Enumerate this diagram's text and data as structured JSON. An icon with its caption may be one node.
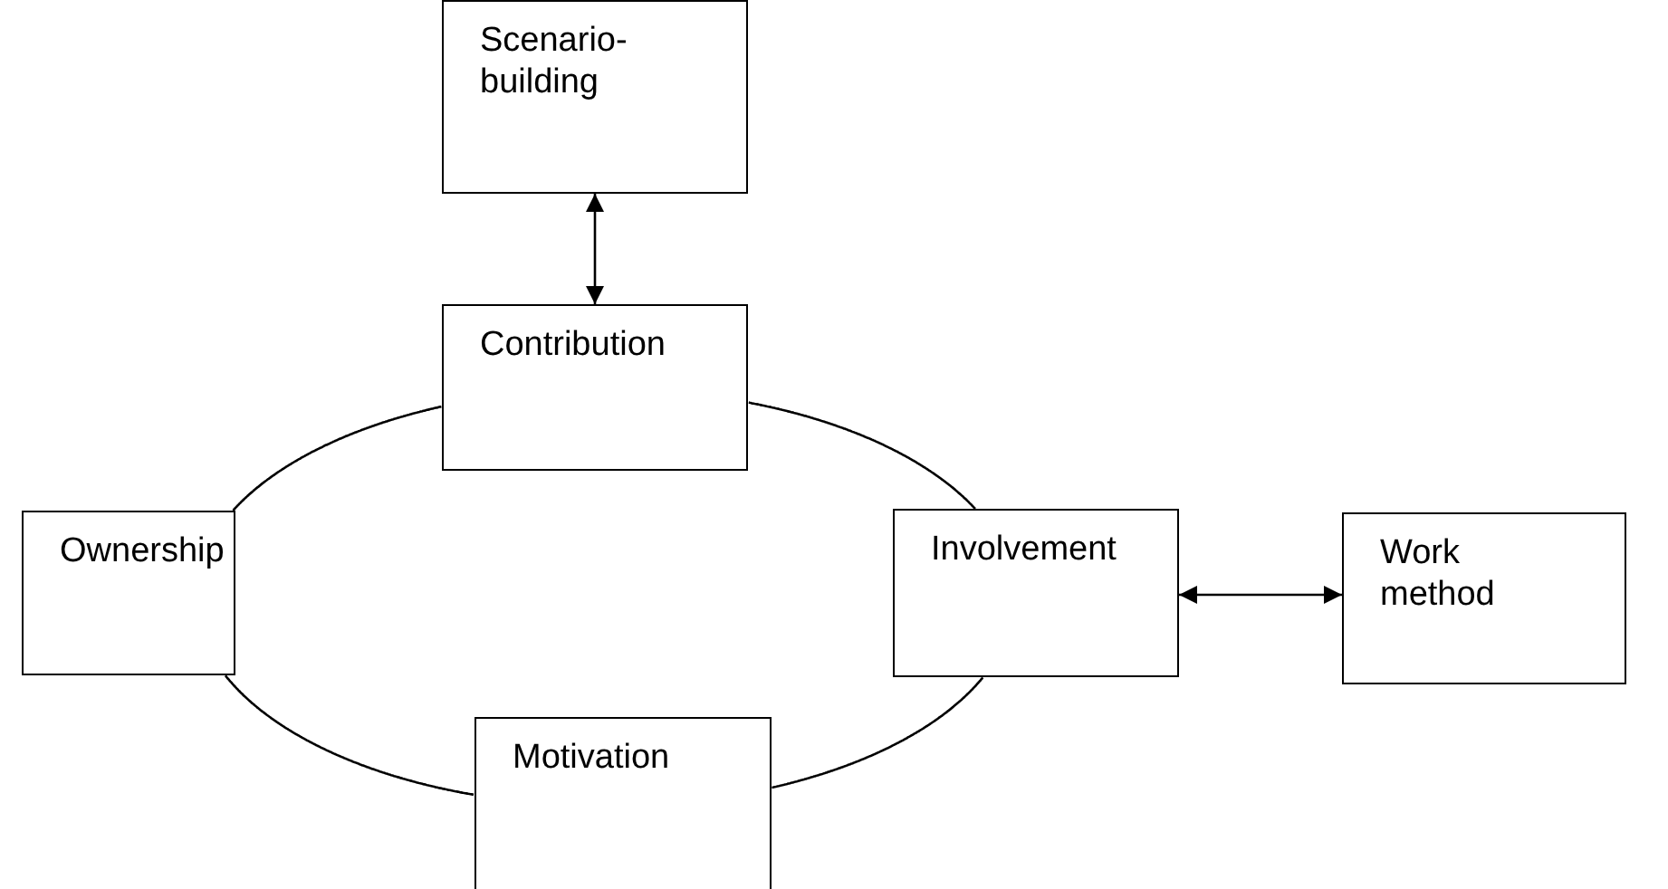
{
  "diagram": {
    "nodes": [
      {
        "text": [
          "Scenario-building"
        ]
      },
      {
        "text": [
          "Contribution"
        ]
      },
      {
        "text": [
          "Ownership"
        ]
      },
      {
        "text": [
          "Involvement"
        ]
      },
      {
        "text": [
          "Work method"
        ]
      },
      {
        "text": [
          "Motivation"
        ]
      }
    ],
    "edges": [
      {
        "from": 0,
        "to": 1,
        "arrow": "both"
      },
      {
        "from": 3,
        "to": 4,
        "arrow": "both"
      },
      {
        "from": 1,
        "to": 3,
        "arrow": "none"
      },
      {
        "from": 3,
        "to": 5,
        "arrow": "none"
      },
      {
        "from": 5,
        "to": 2,
        "arrow": "none"
      },
      {
        "from": 2,
        "to": 1,
        "arrow": "none"
      }
    ]
  }
}
